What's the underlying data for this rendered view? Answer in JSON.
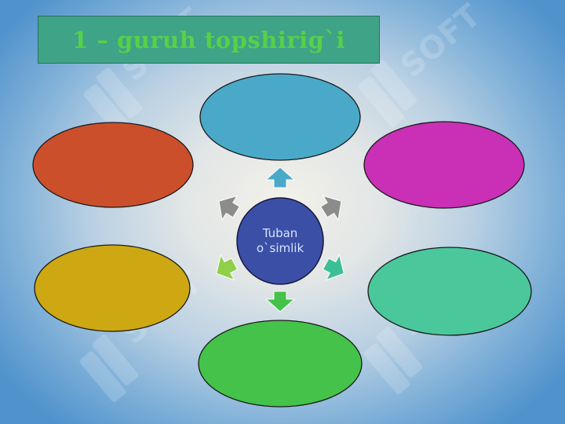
{
  "slide": {
    "title": "1 – guruh topshirig`i",
    "center": {
      "line1": "Tuban",
      "line2": "o`simlik",
      "color": "#3b4fa6"
    },
    "watermark": "SOFT",
    "ellipses": [
      {
        "name": "ellipse-top",
        "color": "#4aa9c9"
      },
      {
        "name": "ellipse-upper-left",
        "color": "#cc4f2c"
      },
      {
        "name": "ellipse-upper-right",
        "color": "#c930b5"
      },
      {
        "name": "ellipse-lower-left",
        "color": "#cda812"
      },
      {
        "name": "ellipse-lower-right",
        "color": "#4bc79c"
      },
      {
        "name": "ellipse-bottom",
        "color": "#44c24a"
      }
    ],
    "arrows": [
      {
        "name": "arrow-up",
        "color": "#4aa9c9"
      },
      {
        "name": "arrow-upper-left",
        "color": "#8c8c8c"
      },
      {
        "name": "arrow-upper-right",
        "color": "#8c8c8c"
      },
      {
        "name": "arrow-lower-left",
        "color": "#8fcf4a"
      },
      {
        "name": "arrow-lower-right",
        "color": "#3dbf96"
      },
      {
        "name": "arrow-down",
        "color": "#44c24a"
      }
    ]
  }
}
